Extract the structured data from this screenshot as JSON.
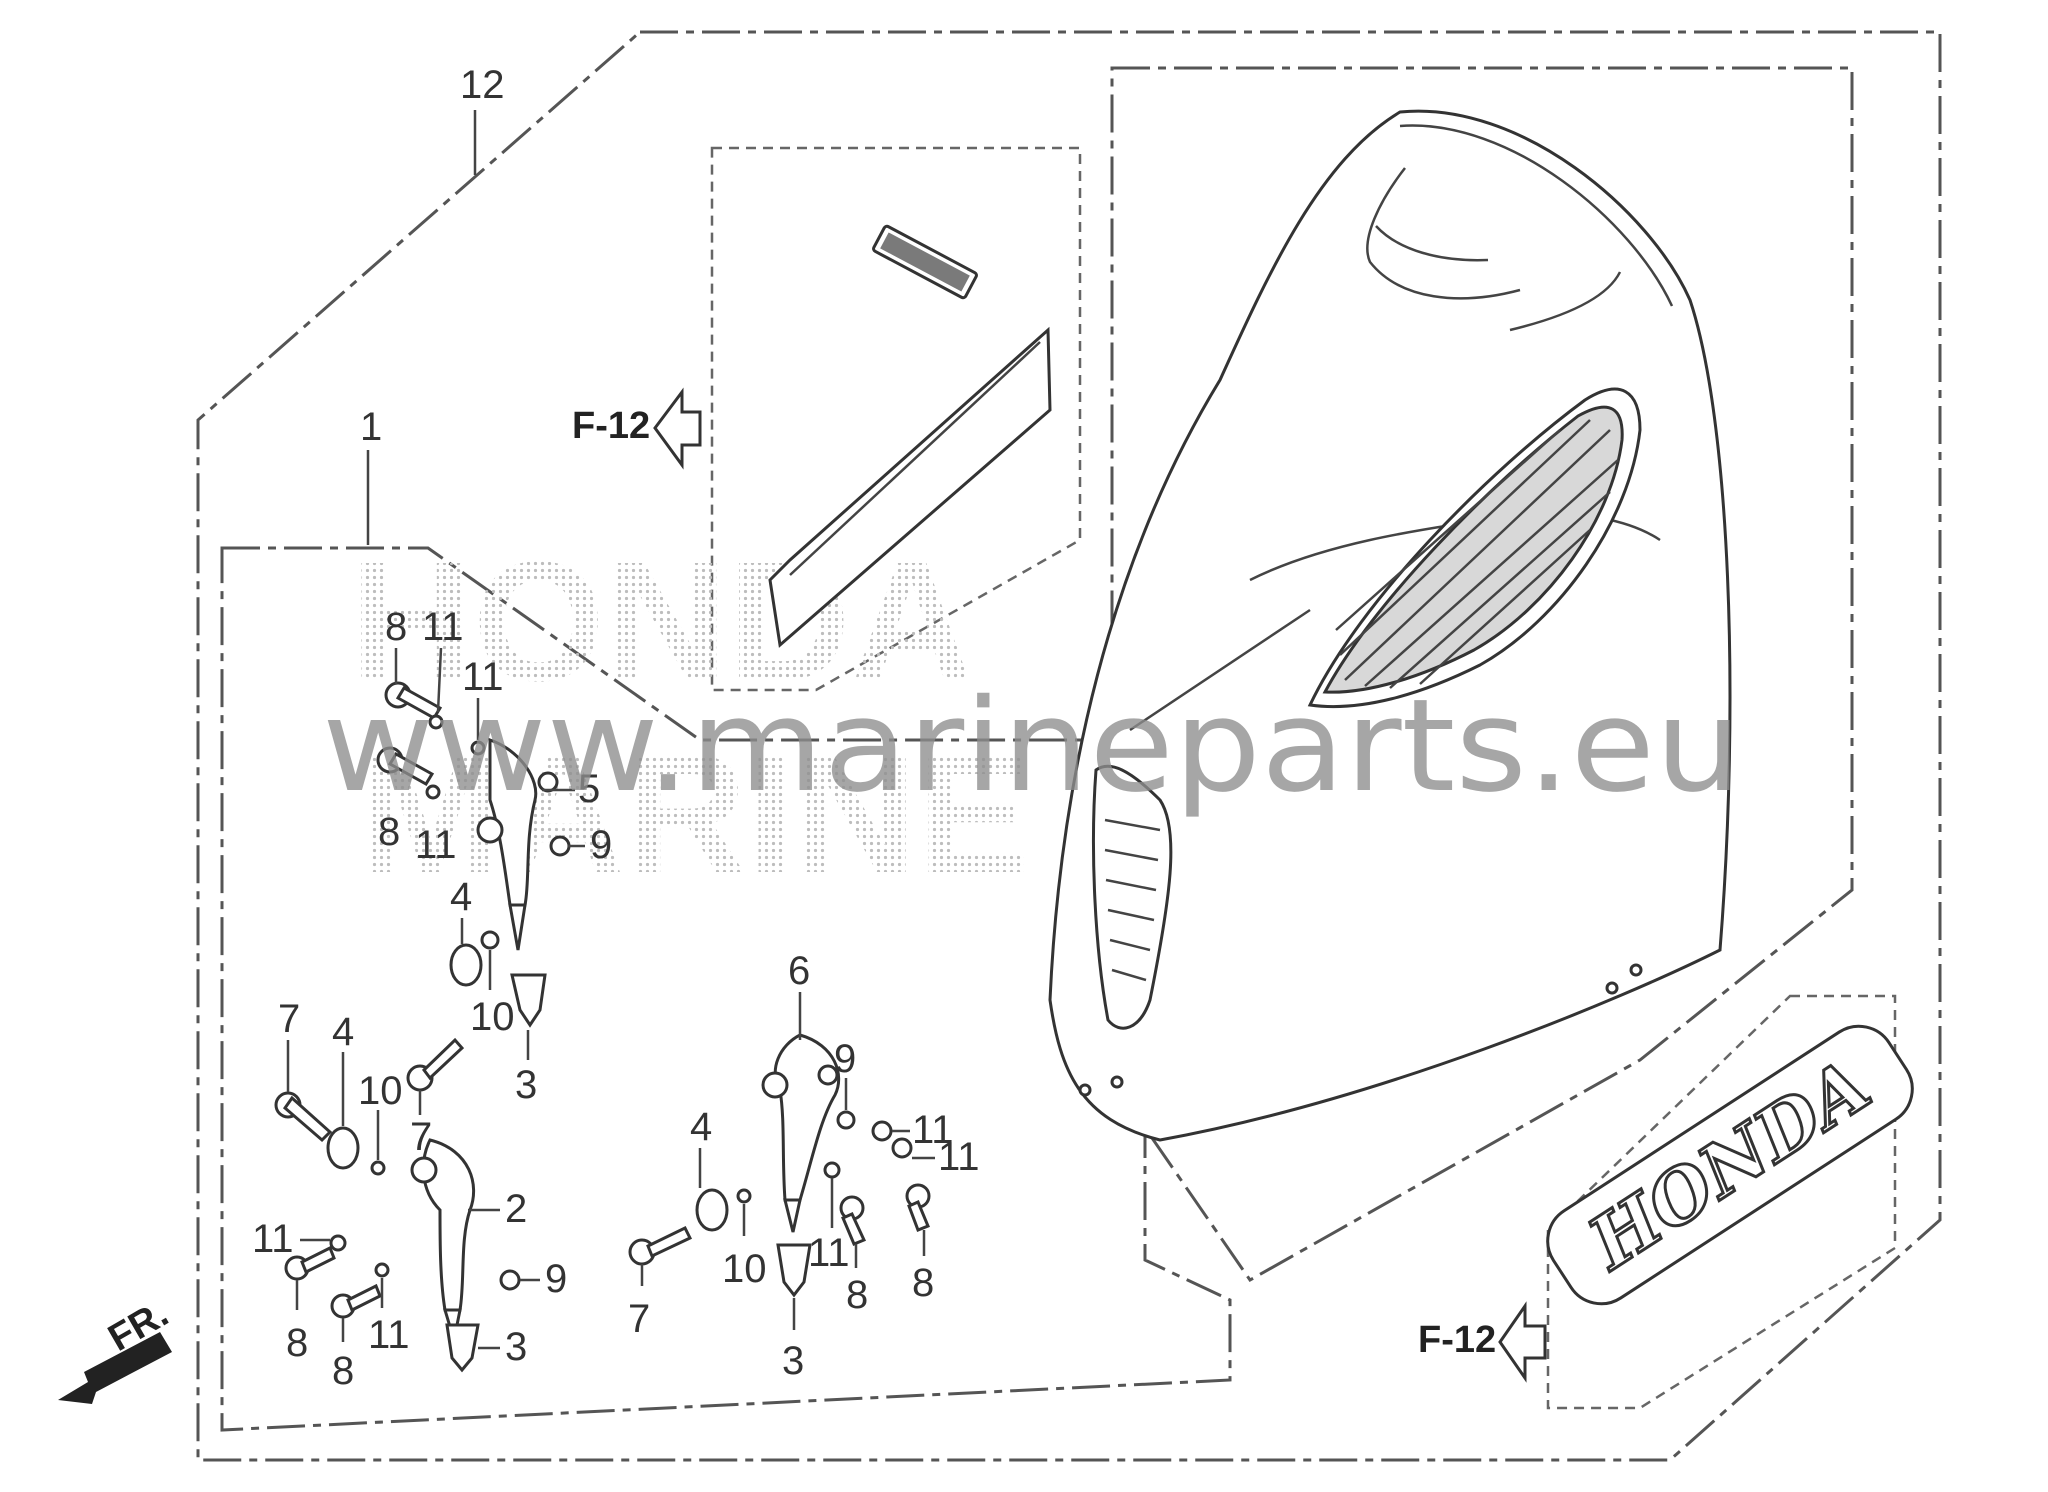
{
  "watermark": {
    "url_text": "www.marineparts.eu",
    "dotted_line1": "HONDA",
    "dotted_line2": "MARINE"
  },
  "assembly": {
    "kit_number": "12",
    "subassembly_number": "1"
  },
  "references": [
    {
      "label": "F-12",
      "target": "upper decal panel"
    },
    {
      "label": "F-12",
      "target": "lower HONDA emblem panel"
    }
  ],
  "emblems": {
    "side_emblem_text": "HONDA"
  },
  "direction": {
    "label": "FR."
  },
  "callouts": {
    "c1": "12",
    "c2": "1",
    "c3": "8",
    "c4": "11",
    "c5": "11",
    "c6": "8",
    "c7": "11",
    "c8": "5",
    "c9": "9",
    "c10": "4",
    "c11": "10",
    "c12": "7",
    "c13": "3",
    "c14": "7",
    "c15": "4",
    "c16": "10",
    "c17": "2",
    "c18": "11",
    "c19": "9",
    "c20": "8",
    "c21": "8",
    "c22": "11",
    "c23": "3",
    "c24": "6",
    "c25": "9",
    "c26": "4",
    "c27": "11",
    "c28": "11",
    "c29": "7",
    "c30": "10",
    "c31": "11",
    "c32": "8",
    "c33": "8",
    "c34": "3"
  },
  "colors": {
    "line": "#333333",
    "watermark": "#8e8e8e",
    "background": "#ffffff"
  }
}
